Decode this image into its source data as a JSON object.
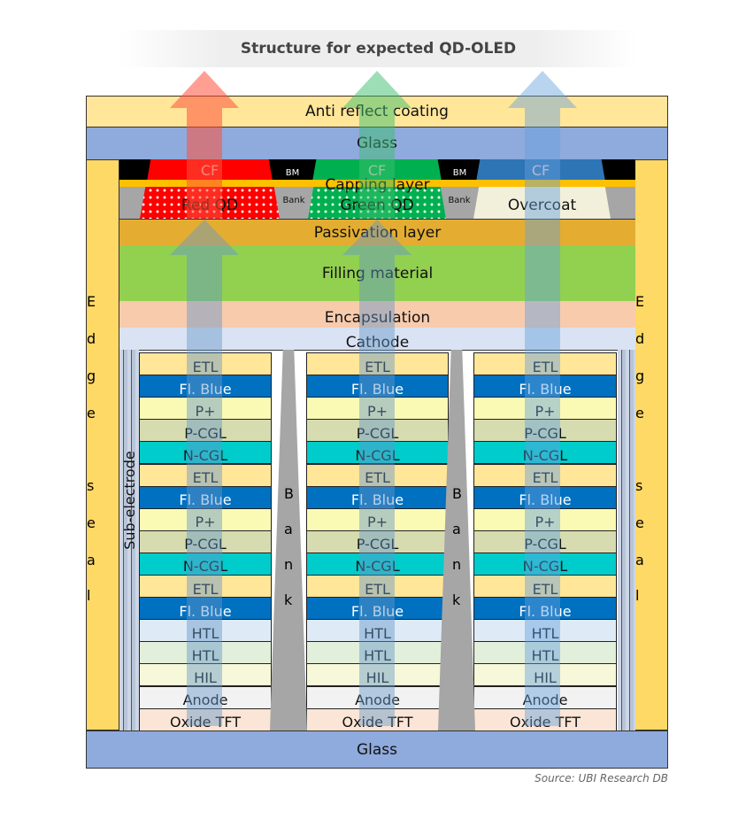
{
  "title": "Structure for expected QD-OLED",
  "layers": {
    "anti_reflect": "Anti reflect coating",
    "glass_top": "Glass",
    "capping": "Capping layer",
    "passivation": "Passivation layer",
    "filling": "Filling material",
    "encapsulation": "Encapsulation",
    "cathode": "Cathode",
    "glass_bottom": "Glass"
  },
  "color_filters": [
    {
      "label": "CF",
      "color": "#FF0000"
    },
    {
      "label": "CF",
      "color": "#00B050"
    },
    {
      "label": "CF",
      "color": "#2E75B6"
    }
  ],
  "black_matrix": [
    "BM",
    "BM"
  ],
  "conversion": [
    {
      "label": "Red QD",
      "color": "#FF0000",
      "dots": true
    },
    {
      "label": "Green QD",
      "color": "#00B050",
      "dots": true
    },
    {
      "label": "Overcoat",
      "color": "#F2F0DA",
      "dots": false
    }
  ],
  "qd_banks": [
    "Bank",
    "Bank"
  ],
  "edge_seal": [
    "E",
    "d",
    "g",
    "e",
    "s",
    "e",
    "a",
    "l"
  ],
  "sub_electrode": "Sub-electrode",
  "bank_letters": [
    "B",
    "a",
    "n",
    "k"
  ],
  "stack_rows": [
    {
      "label": "ETL",
      "color": "#FFE699",
      "text": "#111"
    },
    {
      "label": "Fl. Blue",
      "color": "#0070C0",
      "text": "#fff"
    },
    {
      "label": "P+",
      "color": "#FAFAB4",
      "text": "#111"
    },
    {
      "label": "P-CGL",
      "color": "#D6DCB0",
      "text": "#111"
    },
    {
      "label": "N-CGL",
      "color": "#00CCCC",
      "text": "#111"
    },
    {
      "label": "ETL",
      "color": "#FFE699",
      "text": "#111"
    },
    {
      "label": "Fl. Blue",
      "color": "#0070C0",
      "text": "#fff"
    },
    {
      "label": "P+",
      "color": "#FAFAB4",
      "text": "#111"
    },
    {
      "label": "P-CGL",
      "color": "#D6DCB0",
      "text": "#111"
    },
    {
      "label": "N-CGL",
      "color": "#00CCCC",
      "text": "#111"
    },
    {
      "label": "ETL",
      "color": "#FFE699",
      "text": "#111"
    },
    {
      "label": "Fl. Blue",
      "color": "#0070C0",
      "text": "#fff"
    },
    {
      "label": "HTL",
      "color": "#DEEBF7",
      "text": "#111"
    },
    {
      "label": "HTL",
      "color": "#E2EFDA",
      "text": "#111"
    },
    {
      "label": "HIL",
      "color": "#F7F7D9",
      "text": "#111"
    },
    {
      "label": "Anode",
      "color": "#F2F2F2",
      "text": "#111"
    },
    {
      "label": "Oxide TFT",
      "color": "#FBE5D6",
      "text": "#111"
    }
  ],
  "source": "Source: UBI Research DB"
}
